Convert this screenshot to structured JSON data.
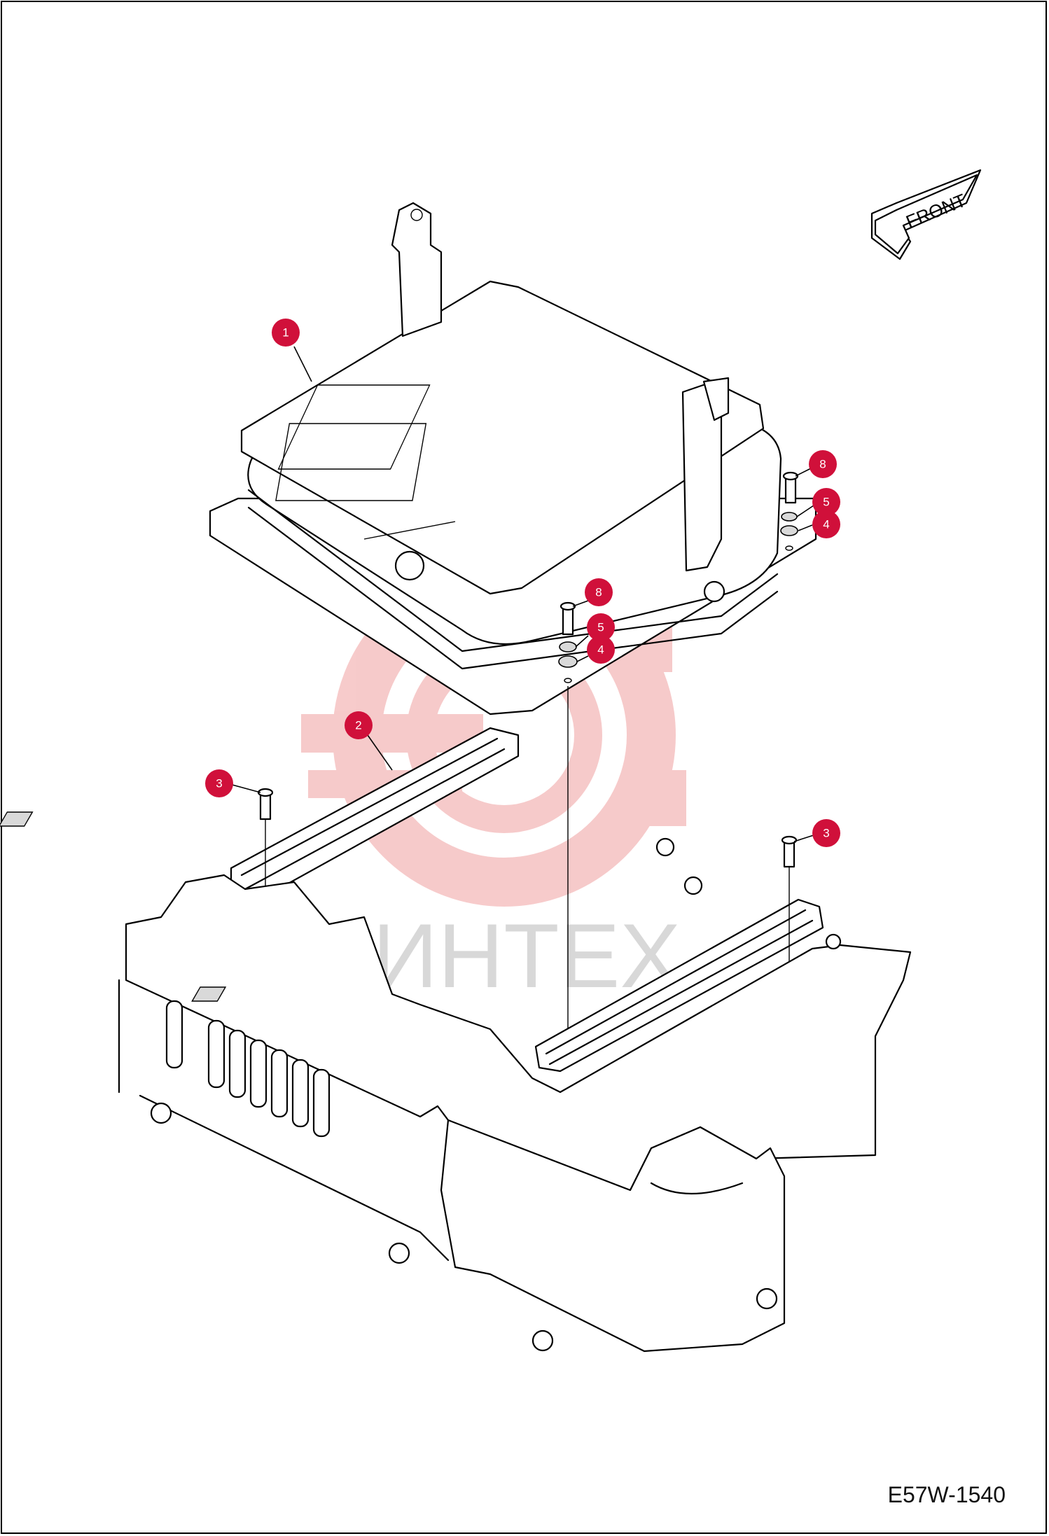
{
  "diagram": {
    "drawing_code": "E57W-1540",
    "front_label": "FRONT",
    "watermark_text": "ИНТЕХ",
    "colors": {
      "callout": "#d0103a",
      "watermark": "#f0b3b3",
      "line": "#000000"
    },
    "callouts": [
      {
        "id": "c1",
        "number": "1"
      },
      {
        "id": "c2",
        "number": "2"
      },
      {
        "id": "c3a",
        "number": "3"
      },
      {
        "id": "c3b",
        "number": "3"
      },
      {
        "id": "c8a",
        "number": "8"
      },
      {
        "id": "c5a",
        "number": "5"
      },
      {
        "id": "c4a",
        "number": "4"
      },
      {
        "id": "c8b",
        "number": "8"
      },
      {
        "id": "c5b",
        "number": "5"
      },
      {
        "id": "c4b",
        "number": "4"
      }
    ]
  }
}
